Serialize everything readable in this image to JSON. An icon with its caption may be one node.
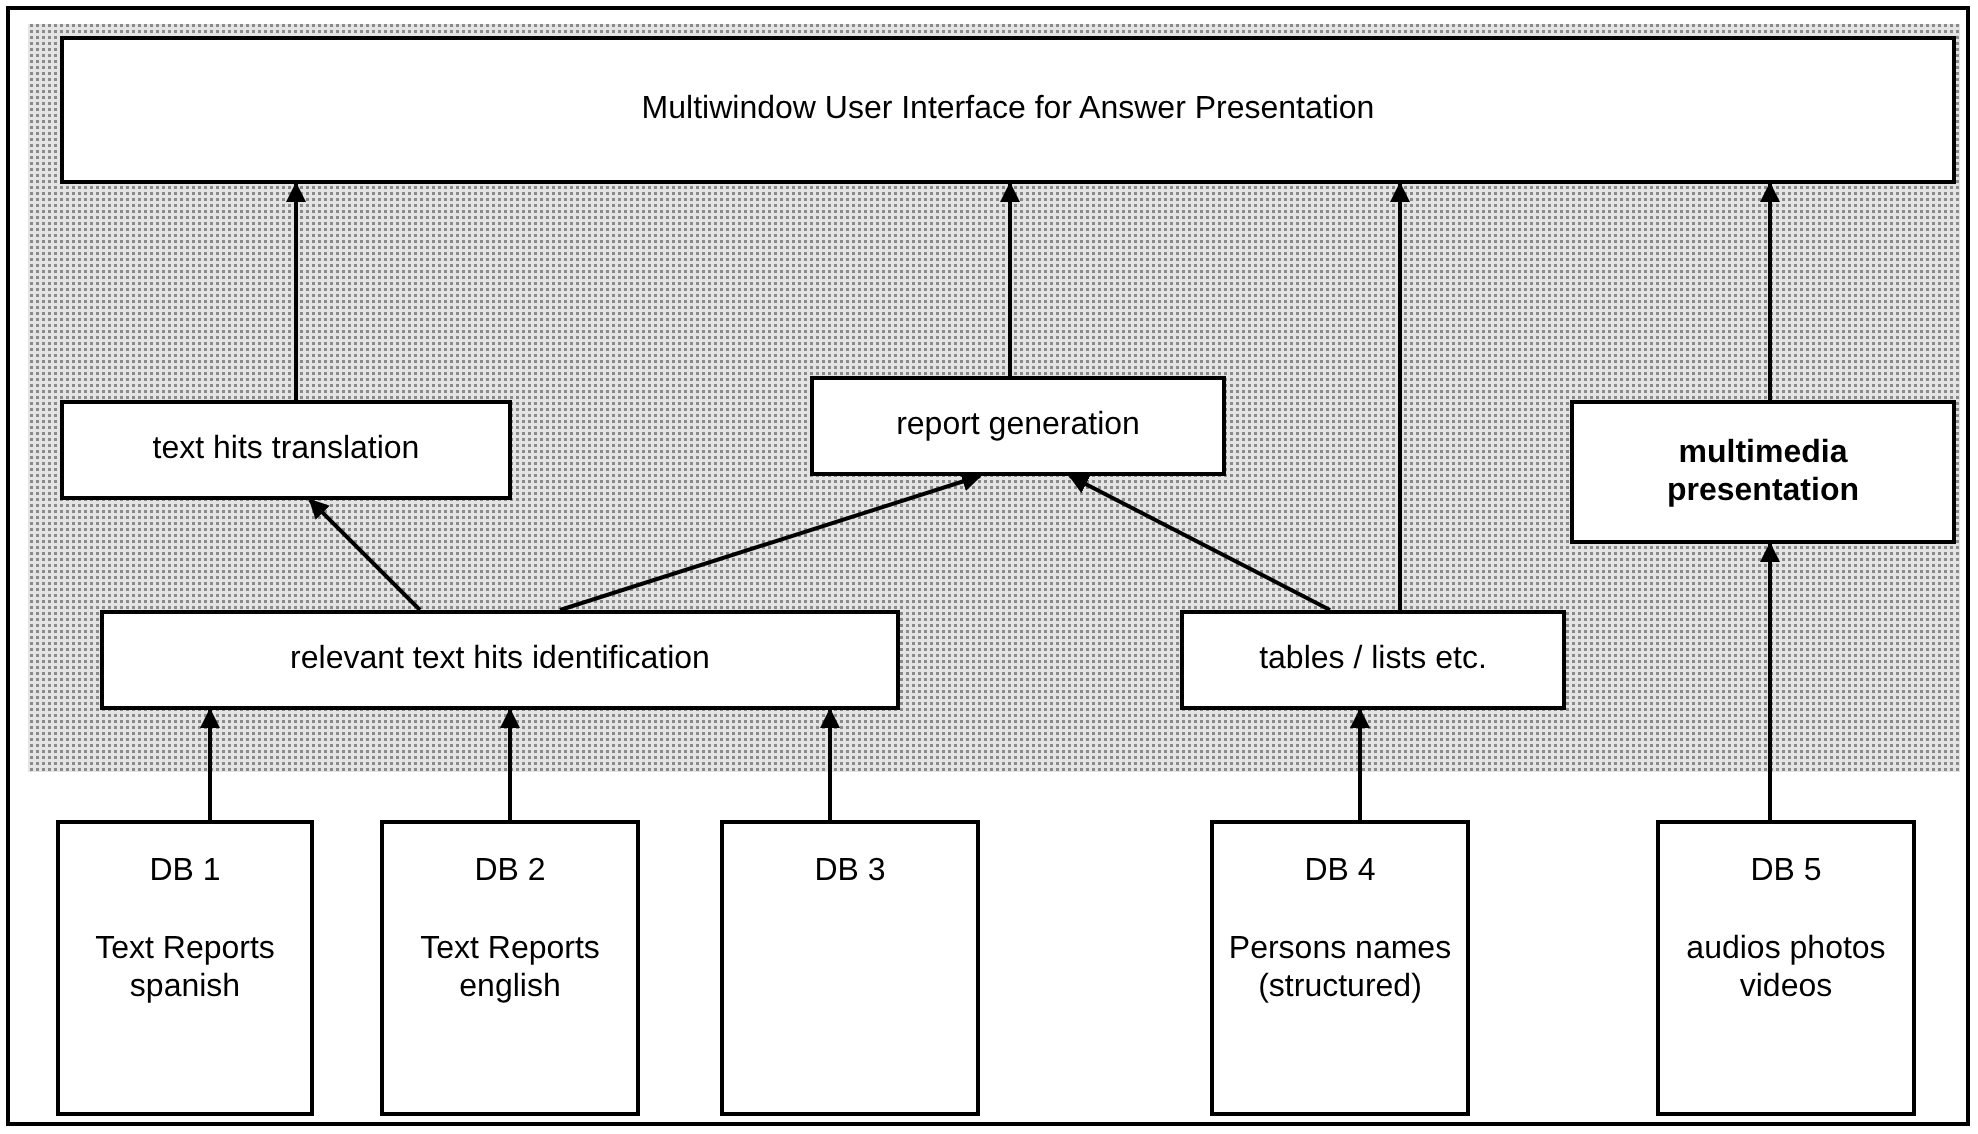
{
  "diagram": {
    "nodes": [
      {
        "text": [
          "Multiwindow User Interface for Answer Presentation"
        ]
      },
      {
        "text": [
          "text hits translation"
        ]
      },
      {
        "text": [
          "report generation"
        ]
      },
      {
        "text": [
          "multimedia presentation"
        ]
      },
      {
        "text": [
          "relevant text hits identification"
        ]
      },
      {
        "text": [
          "tables / lists etc."
        ]
      },
      {
        "text": [
          "DB 1",
          "Text Reports spanish"
        ]
      },
      {
        "text": [
          "DB 2",
          "Text Reports english"
        ]
      },
      {
        "text": [
          "DB 3"
        ]
      },
      {
        "text": [
          "DB 4",
          "Persons names (structured)"
        ]
      },
      {
        "text": [
          "DB 5",
          "audios photos videos"
        ]
      }
    ],
    "edges": [
      {
        "from": 1,
        "to": 0,
        "arrow": "to"
      },
      {
        "from": 2,
        "to": 0,
        "arrow": "to"
      },
      {
        "from": 5,
        "to": 0,
        "arrow": "to"
      },
      {
        "from": 3,
        "to": 0,
        "arrow": "to"
      },
      {
        "from": 4,
        "to": 1,
        "arrow": "to"
      },
      {
        "from": 4,
        "to": 2,
        "arrow": "to"
      },
      {
        "from": 5,
        "to": 2,
        "arrow": "to"
      },
      {
        "from": 6,
        "to": 4,
        "arrow": "to"
      },
      {
        "from": 7,
        "to": 4,
        "arrow": "to"
      },
      {
        "from": 8,
        "to": 4,
        "arrow": "to"
      },
      {
        "from": 9,
        "to": 5,
        "arrow": "to"
      },
      {
        "from": 10,
        "to": 3,
        "arrow": "to"
      }
    ]
  }
}
